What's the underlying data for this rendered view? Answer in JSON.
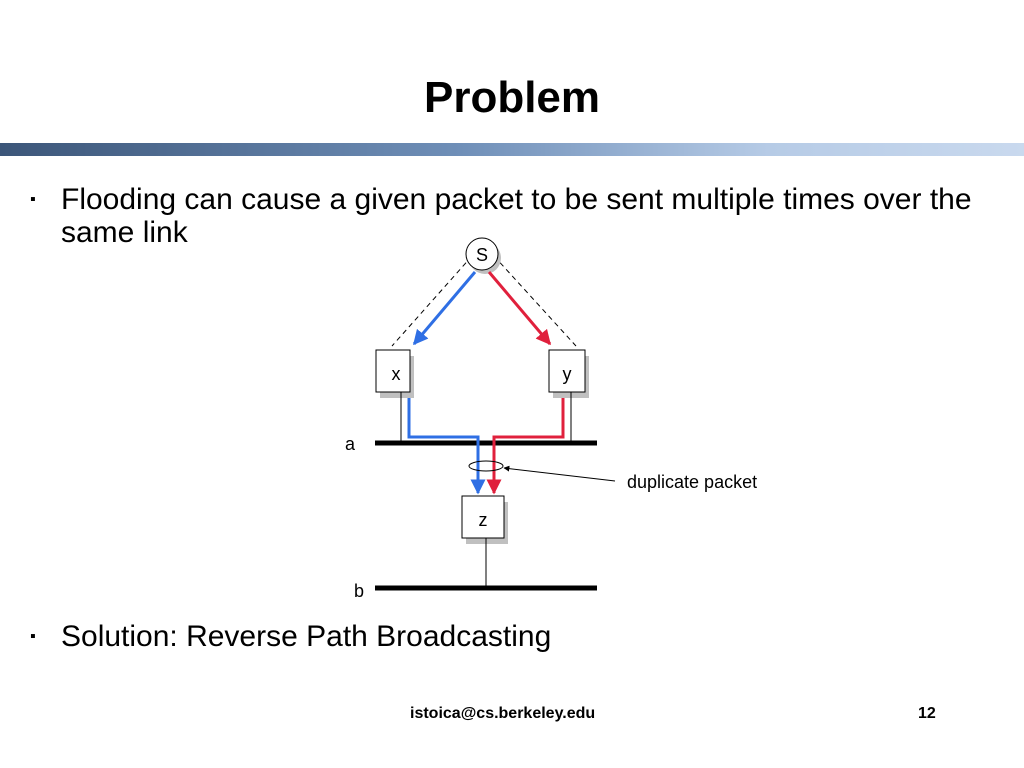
{
  "slide": {
    "title": "Problem",
    "bullets": [
      {
        "marker": "▪",
        "text": "Flooding can cause a given packet to be sent multiple times over the same link"
      },
      {
        "marker": "▪",
        "text": "Solution: Reverse Path Broadcasting"
      }
    ]
  },
  "diagram": {
    "nodes": {
      "s": "S",
      "x": "x",
      "y": "y",
      "z": "z"
    },
    "lans": {
      "a": "a",
      "b": "b"
    },
    "annotation": "duplicate packet",
    "colors": {
      "path_via_x": "#2f6fe4",
      "path_via_y": "#e0203c",
      "title_bar_start": "#3c5679",
      "title_bar_end": "#c9d9ee"
    }
  },
  "footer": {
    "email": "istoica@cs.berkeley.edu",
    "page": "12"
  }
}
